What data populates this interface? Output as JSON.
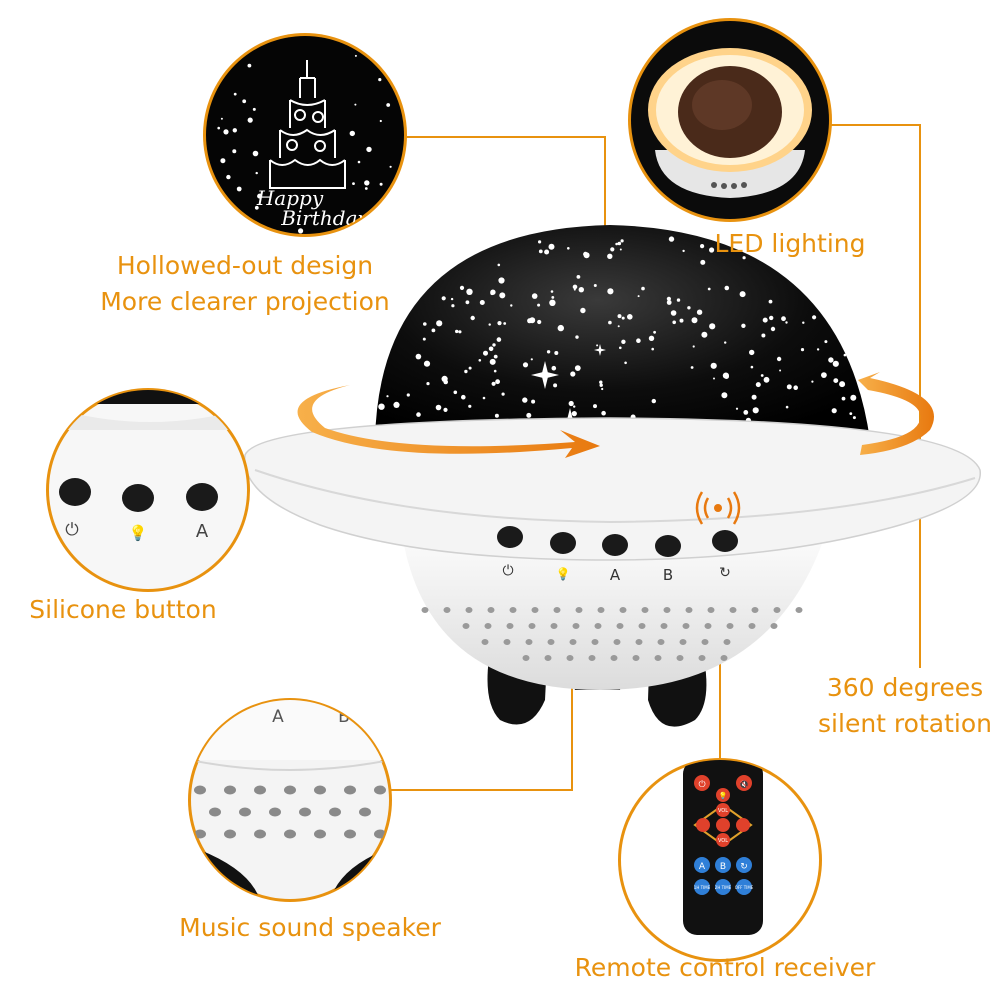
{
  "colors": {
    "accent": "#e8920f",
    "dome": "#0d0d0d",
    "body": "#f2f2f2",
    "button": "#1a1a1a",
    "remote": "#111111",
    "remote_button_red": "#e0412b",
    "remote_button_blue": "#2f7fd8"
  },
  "callouts": {
    "hollowed": {
      "line1": "Hollowed-out design",
      "line2": "More clearer projection"
    },
    "led": {
      "line1": "LED lighting"
    },
    "silicone": {
      "line1": "Silicone button"
    },
    "rotation": {
      "line1": "360 degrees",
      "line2": "silent rotation"
    },
    "speaker": {
      "line1": "Music sound speaker"
    },
    "remote": {
      "line1": "Remote control receiver"
    }
  },
  "projector_buttons": {
    "labels": [
      "⏻",
      "💡",
      "A",
      "B",
      "↻"
    ]
  },
  "closeup_buttons": {
    "labels": [
      "⏻",
      "💡",
      "A"
    ]
  },
  "speaker_closeup": {
    "labels": [
      "A",
      "B"
    ]
  },
  "birthday_text": {
    "line1": "Happy",
    "line2": "Birthday"
  },
  "remote_keys": {
    "row1": [
      "⏻",
      "💡",
      "🔇"
    ],
    "vol_up": "VOL",
    "vol_down": "VOL",
    "row3": [
      "A",
      "B",
      "↻"
    ],
    "row4": [
      "1H TIME",
      "2H TIME",
      "OFF TIME"
    ]
  }
}
